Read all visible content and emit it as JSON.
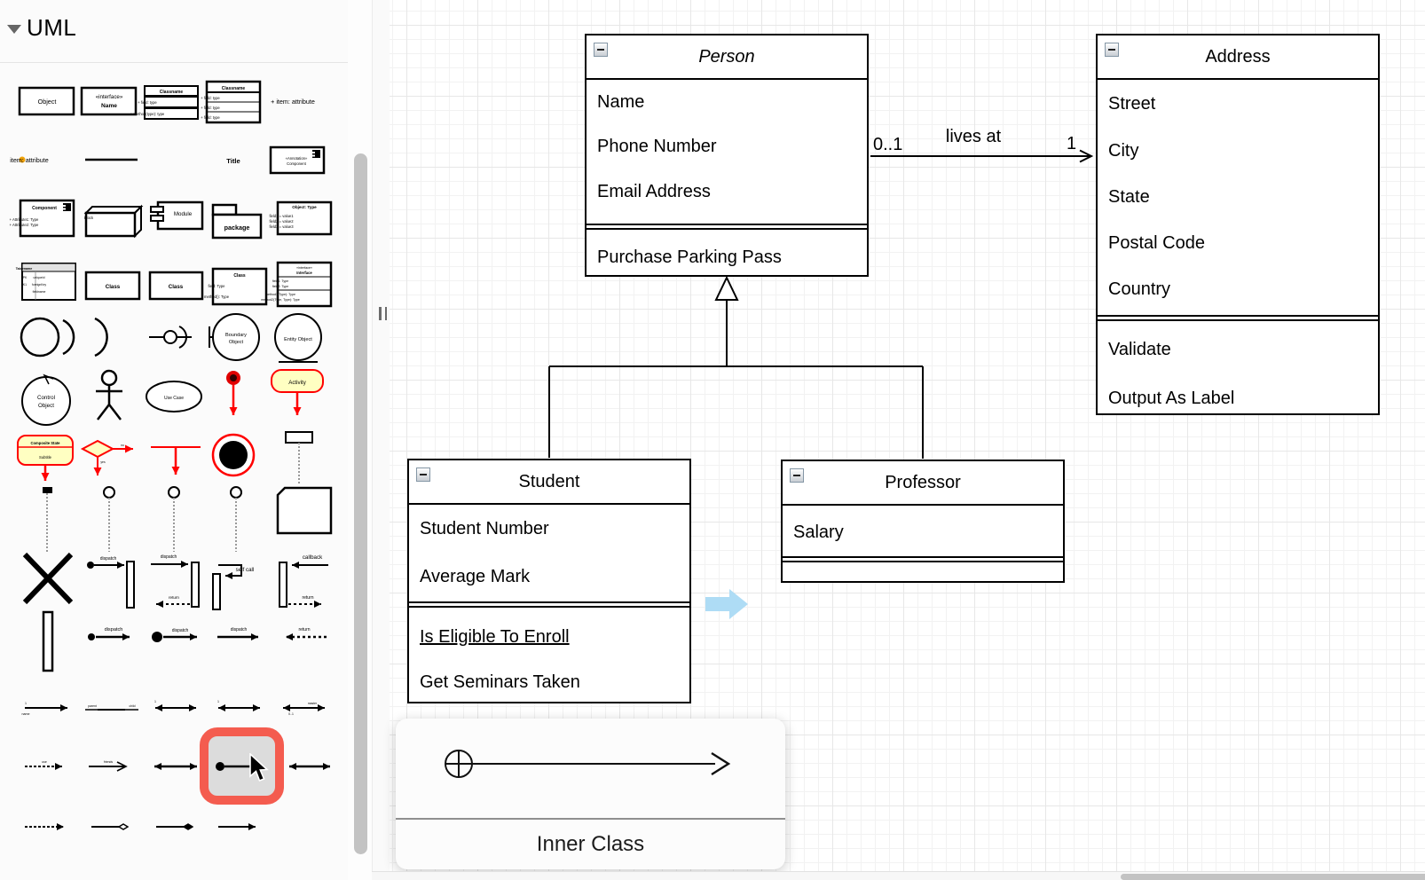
{
  "sidebar": {
    "title": "UML",
    "palette": {
      "object": "Object",
      "interface_stereo": "«interface»",
      "interface_name": "Name",
      "classname": "Classname",
      "field_type": "+ field: type",
      "method_type": "+ method(type): type",
      "item_attr_plus": "+ item: attribute",
      "item_attr": "item: attribute",
      "title": "Title",
      "annotation_stereo": "«Annotation»",
      "annotation_name": "Component",
      "component": "Component",
      "component_attr1": "+ Attribute1: Type",
      "component_attr2": "+ Attribute2: Type",
      "block": "Block",
      "module": "Module",
      "package": "package",
      "object_type": "Object: Type",
      "ot_f1": "field1 = value1",
      "ot_f2": "field2 = value2",
      "ot_f3": "field3 = value3",
      "tablename": "Tablename",
      "pk": "PK",
      "uniqueid": "uniqueId",
      "k1": "K1",
      "foreignkey": "foreignKey",
      "fieldname": "fieldname",
      "class": "Class",
      "class_field": "field: Type",
      "class_method": "method(): Type",
      "iface2_stereo": "«interface»",
      "iface2_name": "Interface",
      "iface2_f1": "field1: Type",
      "iface2_f2": "field2: Type",
      "iface2_m1": "method1(Type): Type",
      "iface2_m2": "method2(Type, Type): Type",
      "boundary1": "Boundary",
      "boundary2": "Object",
      "entity": "Entity Object",
      "control1": "Control",
      "control2": "Object",
      "use_case": "Use Case",
      "activity": "Activity",
      "composite": "Composite State",
      "subtitle": "Subtitle",
      "no": "no",
      "yes": "yes",
      "dispatch": "dispatch",
      "return": "return",
      "self_call": "self call",
      "callback": "callback",
      "one": "1",
      "name": "name",
      "parent": "parent",
      "child": "child",
      "zero_one": "0..1",
      "master": "master",
      "friends": "friends",
      "use": "use"
    }
  },
  "canvas": {
    "person": {
      "title": "Person",
      "fields": [
        "Name",
        "Phone Number",
        "Email Address"
      ],
      "methods": [
        "Purchase Parking Pass"
      ]
    },
    "address": {
      "title": "Address",
      "fields": [
        "Street",
        "City",
        "State",
        "Postal Code",
        "Country"
      ],
      "methods": [
        "Validate",
        "Output As Label"
      ]
    },
    "student": {
      "title": "Student",
      "fields": [
        "Student Number",
        "Average Mark"
      ],
      "methods": [
        "Is Eligible To Enroll",
        "Get Seminars Taken"
      ]
    },
    "professor": {
      "title": "Professor",
      "fields": [
        "Salary"
      ],
      "methods": []
    },
    "association": {
      "label": "lives at",
      "source_mult": "0..1",
      "target_mult": "1"
    }
  },
  "tooltip": {
    "label": "Inner Class"
  },
  "colors": {
    "selection_red": "#f45c4f",
    "shape_red": "#ff0000",
    "shape_yellow": "#ffffc2",
    "hint_blue": "#aedcf5",
    "scrollbar_gray": "#c3c3c3"
  }
}
